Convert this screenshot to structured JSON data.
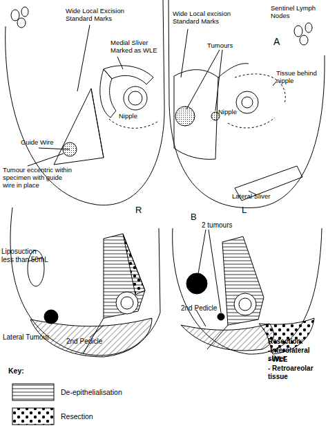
{
  "diagram": {
    "labels": [
      "Sentinel Lymph Nodes",
      "Wide Local Excision Standard Marks",
      "Medial Sliver Marked as WLE",
      "Nipple",
      "Guide Wire",
      "Tumour eccentric within specimen with guide wire in place",
      "A",
      "Wide Local excision Standard Marks",
      "Tumours",
      "Tissue behind nipple",
      "Nipple",
      "Lateral Sliver",
      "R",
      "B",
      "L",
      "2 tumours",
      "Liposuction less than 50mL",
      "Lateral Tumour",
      "2nd Pedicle",
      "2nd Pedicle",
      "Resection:",
      "-Inferolateral sliver",
      "- WLE",
      "- Retroareolar tissue",
      "Key:"
    ],
    "legend": [
      {
        "text": "De-epithelialisation"
      },
      {
        "text": "Resection"
      }
    ]
  }
}
